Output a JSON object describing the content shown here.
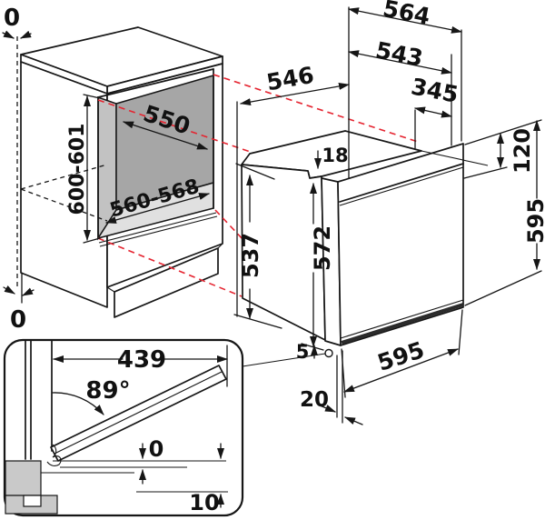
{
  "figure": {
    "kind": "built-in oven installation dimension drawing",
    "accent_red": "#e52430",
    "niche_back_gray": "#a6a6a6",
    "niche_side_gray": "#c2c2c2",
    "niche_floor_gray": "#e0e0e0",
    "detail_gray": "#c9c9c9"
  },
  "dims": {
    "gap_top": "0",
    "gap_bottom": "0",
    "niche_height": "600-601",
    "niche_width": "550",
    "niche_depth": "560-568",
    "oven_depth": "546",
    "oven_width_total": "564",
    "oven_width_body": "543",
    "dim_345": "345",
    "top_recess": "18",
    "panel_height": "120",
    "oven_height_right": "595",
    "side_depth": "537",
    "front_height": "572",
    "bottom_gap": "5",
    "front_width": "595",
    "bottom_offset": "20",
    "door_length": "439",
    "door_angle": "89°",
    "door_clearance": "0",
    "floor_clearance": "10"
  }
}
